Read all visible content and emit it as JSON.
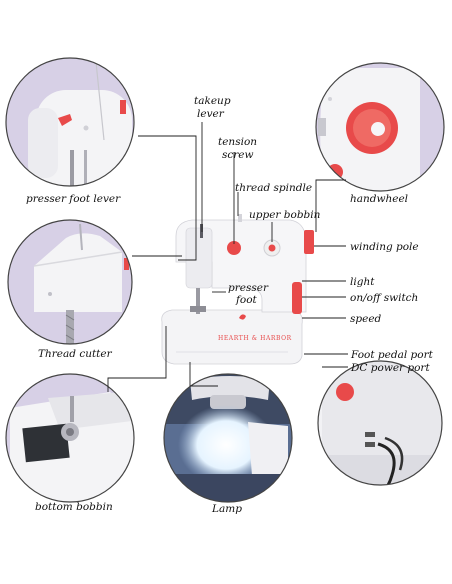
{
  "labels": {
    "takeup_lever_1": "takeup",
    "takeup_lever_2": "lever",
    "tension_screw_1": "tension",
    "tension_screw_2": "screw",
    "thread_spindle": "thread spindle",
    "upper_bobbin": "upper bobbin",
    "presser_foot_lever": "presser foot lever",
    "handwheel": "handwheel",
    "winding_pole": "winding pole",
    "light": "light",
    "on_off_switch": "on/off switch",
    "speed": "speed",
    "presser_foot_1": "presser",
    "presser_foot_2": "foot",
    "thread_cutter": "Thread cutter",
    "foot_pedal_port": "Foot pedal port",
    "dc_power_port": "DC power port",
    "bottom_bobbin": "bottom bobbin",
    "lamp": "Lamp",
    "brand": "HEARTH & HARBOR"
  },
  "colors": {
    "accent_red": "#e84a4a",
    "machine_white": "#f4f4f6",
    "circle_bg": "#d7d0e6",
    "leader_line": "#222222"
  }
}
